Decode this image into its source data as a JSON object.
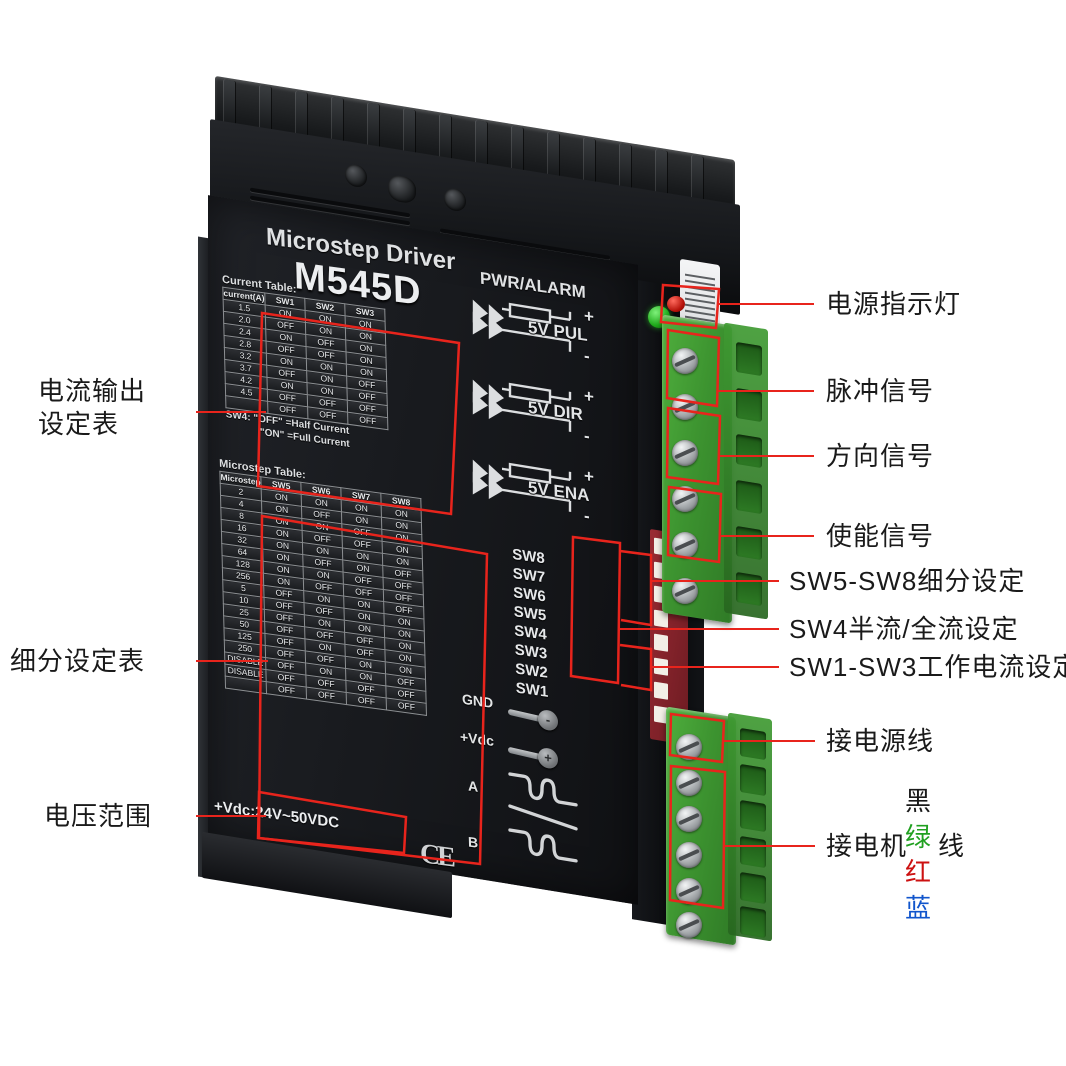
{
  "device": {
    "brand_text": "Microstep Driver",
    "model_text": "M545D",
    "pwr_alarm_text": "PWR/ALARM",
    "ce_mark": "CE",
    "voltage_note": "+Vdc:24V~50VDC",
    "optocoupler_signals": [
      {
        "name": "pul",
        "label": "5V PUL",
        "plus": "+",
        "minus": "-"
      },
      {
        "name": "dir",
        "label": "5V DIR",
        "plus": "+",
        "minus": "-"
      },
      {
        "name": "ena",
        "label": "5V ENA",
        "plus": "+",
        "minus": "-"
      }
    ],
    "switch_names": [
      "SW8",
      "SW7",
      "SW6",
      "SW5",
      "SW4",
      "SW3",
      "SW2",
      "SW1"
    ],
    "terminal_labels": {
      "gnd": "GND",
      "vdc": "+Vdc",
      "a": "A",
      "b": "B",
      "gnd_sign": "-",
      "vdc_sign": "+"
    },
    "current_table": {
      "title": "Current Table:",
      "headers": [
        "current(A)",
        "SW1",
        "SW2",
        "SW3"
      ],
      "rows": [
        [
          "1.5",
          "ON",
          "ON",
          "ON"
        ],
        [
          "2.0",
          "OFF",
          "ON",
          "ON"
        ],
        [
          "2.4",
          "ON",
          "OFF",
          "ON"
        ],
        [
          "2.8",
          "OFF",
          "OFF",
          "ON"
        ],
        [
          "3.2",
          "ON",
          "ON",
          "ON"
        ],
        [
          "3.7",
          "OFF",
          "ON",
          "OFF"
        ],
        [
          "4.2",
          "ON",
          "ON",
          "OFF"
        ],
        [
          "4.5",
          "OFF",
          "OFF",
          "OFF"
        ],
        [
          "",
          "OFF",
          "OFF",
          "OFF"
        ]
      ],
      "note_line1": "SW4: \"OFF\"  =Half Current",
      "note_line2": "\"ON\"    =Full Current"
    },
    "microstep_table": {
      "title": "Microstep Table:",
      "headers": [
        "Microstep",
        "SW5",
        "SW6",
        "SW7",
        "SW8"
      ],
      "rows": [
        [
          "2",
          "ON",
          "ON",
          "ON",
          "ON"
        ],
        [
          "4",
          "ON",
          "OFF",
          "ON",
          "ON"
        ],
        [
          "8",
          "ON",
          "ON",
          "OFF",
          "ON"
        ],
        [
          "16",
          "ON",
          "OFF",
          "OFF",
          "ON"
        ],
        [
          "32",
          "ON",
          "ON",
          "ON",
          "ON"
        ],
        [
          "64",
          "ON",
          "OFF",
          "ON",
          "OFF"
        ],
        [
          "128",
          "ON",
          "ON",
          "OFF",
          "OFF"
        ],
        [
          "256",
          "ON",
          "OFF",
          "OFF",
          "OFF"
        ],
        [
          "5",
          "OFF",
          "ON",
          "ON",
          "OFF"
        ],
        [
          "10",
          "OFF",
          "OFF",
          "ON",
          "ON"
        ],
        [
          "25",
          "OFF",
          "ON",
          "ON",
          "ON"
        ],
        [
          "50",
          "OFF",
          "OFF",
          "OFF",
          "ON"
        ],
        [
          "125",
          "OFF",
          "ON",
          "OFF",
          "ON"
        ],
        [
          "250",
          "OFF",
          "OFF",
          "ON",
          "ON"
        ],
        [
          "DISABLE",
          "OFF",
          "ON",
          "ON",
          "OFF"
        ],
        [
          "DISABLE",
          "OFF",
          "OFF",
          "OFF",
          "OFF"
        ],
        [
          "",
          "OFF",
          "OFF",
          "OFF",
          "OFF"
        ]
      ]
    }
  },
  "annotations": {
    "left": [
      {
        "name": "current-output-table",
        "line1": "电流输出",
        "line2": "设定表"
      },
      {
        "name": "microstep-table",
        "line1": "细分设定表",
        "line2": ""
      },
      {
        "name": "voltage-range",
        "line1": "电压范围",
        "line2": ""
      }
    ],
    "right": [
      {
        "name": "power-indicator-led",
        "text": "电源指示灯"
      },
      {
        "name": "pulse-signal",
        "text": "脉冲信号"
      },
      {
        "name": "direction-signal",
        "text": "方向信号"
      },
      {
        "name": "enable-signal",
        "text": "使能信号"
      },
      {
        "name": "sw5-sw8-microstep-setting",
        "text": "SW5-SW8细分设定"
      },
      {
        "name": "sw4-half-full-current-setting",
        "text": "SW4半流/全流设定"
      },
      {
        "name": "sw1-sw3-working-current-setting",
        "text": "SW1-SW3工作电流设定"
      },
      {
        "name": "power-wire-connection",
        "text": "接电源线"
      },
      {
        "name": "motor-wire-connection",
        "text": "接电机"
      }
    ],
    "motor_wire_colors": [
      {
        "name": "black-wire",
        "text": "黑",
        "color": "#1a1a1a"
      },
      {
        "name": "green-wire",
        "text": "绿",
        "color": "#20a020"
      },
      {
        "name": "red-wire",
        "text": "红",
        "color": "#cc1111"
      },
      {
        "name": "blue-wire",
        "text": "蓝",
        "color": "#1155cc"
      }
    ],
    "motor_wire_suffix": "线",
    "accent_color": "#e8241c"
  }
}
